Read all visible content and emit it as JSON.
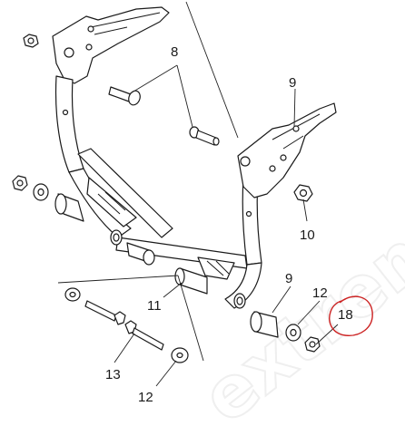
{
  "diagram": {
    "callouts": [
      {
        "id": "c8",
        "label": "8"
      },
      {
        "id": "c9a",
        "label": "9"
      },
      {
        "id": "c10",
        "label": "10"
      },
      {
        "id": "c9b",
        "label": "9"
      },
      {
        "id": "c12a",
        "label": "12"
      },
      {
        "id": "c11",
        "label": "11"
      },
      {
        "id": "c13",
        "label": "13"
      },
      {
        "id": "c12b",
        "label": "12"
      },
      {
        "id": "c18",
        "label": "18"
      }
    ],
    "watermark": "extreme",
    "highlight_color": "#cc2222",
    "line_color": "#1a1a1a"
  }
}
